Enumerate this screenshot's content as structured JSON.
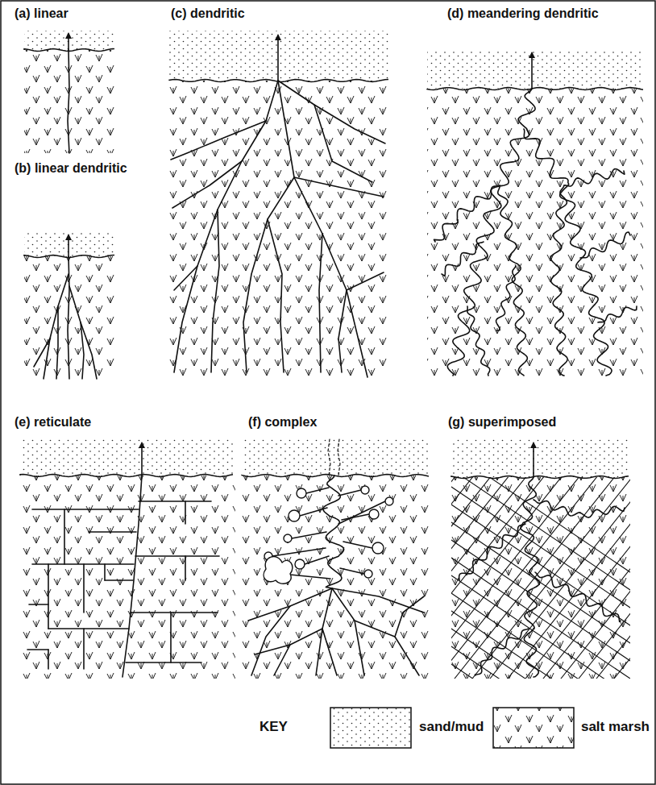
{
  "diagram": {
    "labels": [
      "(a) linear",
      "(b) linear dendritic",
      "(c) dendritic",
      "(d) meandering dendritic",
      "(e) reticulate",
      "(f) complex",
      "(g) superimposed",
      "KEY"
    ],
    "legend": [
      {
        "text": "sand/mud"
      },
      {
        "text": "salt marsh"
      }
    ]
  }
}
